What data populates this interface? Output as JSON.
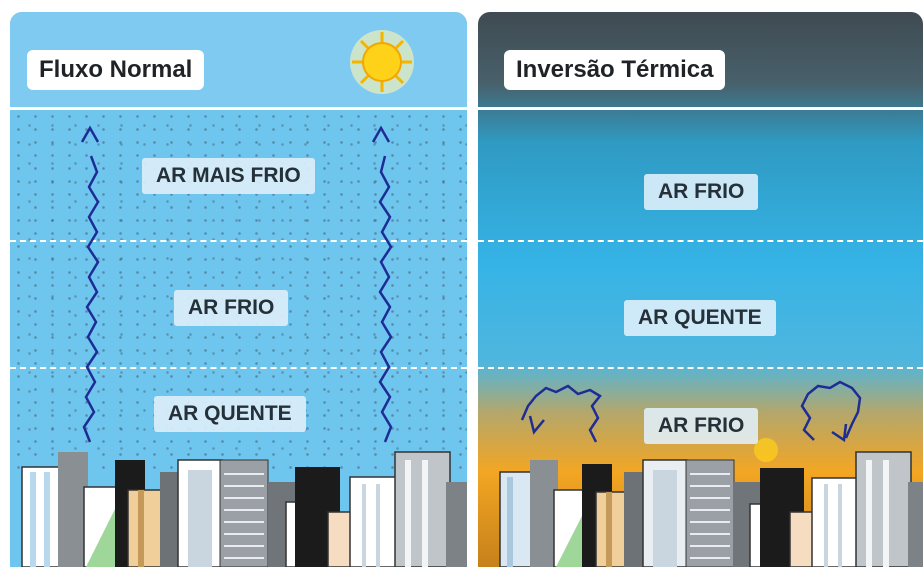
{
  "panels": {
    "normal": {
      "title": "Fluxo Normal",
      "layers": [
        "AR MAIS FRIO",
        "AR FRIO",
        "AR QUENTE"
      ]
    },
    "inversion": {
      "title": "Inversão Térmica",
      "layers": [
        "AR FRIO",
        "AR QUENTE",
        "AR FRIO"
      ]
    }
  },
  "colors": {
    "sky_light": "#6ec5ee",
    "inversion_dark": "#3f4a52",
    "polluted_band": "#f3a623",
    "arrow": "#1e2d96",
    "sun": "#ffd21a"
  },
  "icons": [
    "sun-icon",
    "heat-arrow-icon",
    "building-icon"
  ]
}
